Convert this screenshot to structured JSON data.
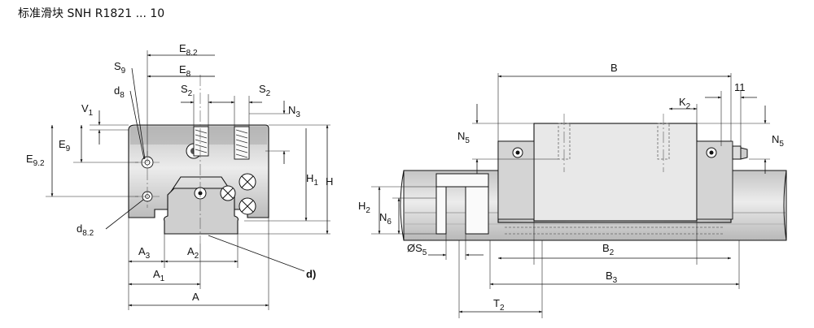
{
  "title": "标准滑块 SNH R1821 ... 10",
  "labels": {
    "E82": {
      "main": "E",
      "sub": "8.2"
    },
    "E8": {
      "main": "E",
      "sub": "8"
    },
    "S9": {
      "main": "S",
      "sub": "9"
    },
    "d8": {
      "main": "d",
      "sub": "8"
    },
    "S2a": {
      "main": "S",
      "sub": "2"
    },
    "S2b": {
      "main": "S",
      "sub": "2"
    },
    "V1": {
      "main": "V",
      "sub": "1"
    },
    "N3": {
      "main": "N",
      "sub": "3"
    },
    "E9": {
      "main": "E",
      "sub": "9"
    },
    "E92": {
      "main": "E",
      "sub": "9.2"
    },
    "H1": {
      "main": "H",
      "sub": "1"
    },
    "H": {
      "main": "H",
      "sub": ""
    },
    "d82": {
      "main": "d",
      "sub": "8.2"
    },
    "A3": {
      "main": "A",
      "sub": "3"
    },
    "A2": {
      "main": "A",
      "sub": "2"
    },
    "A1": {
      "main": "A",
      "sub": "1"
    },
    "A": {
      "main": "A",
      "sub": ""
    },
    "d_note": {
      "main": "d)",
      "sub": ""
    },
    "B": {
      "main": "B",
      "sub": ""
    },
    "eleven": {
      "main": "11",
      "sub": ""
    },
    "K2": {
      "main": "K",
      "sub": "2"
    },
    "N5a": {
      "main": "N",
      "sub": "5"
    },
    "N5b": {
      "main": "N",
      "sub": "5"
    },
    "H2": {
      "main": "H",
      "sub": "2"
    },
    "N6": {
      "main": "N",
      "sub": "6"
    },
    "S5": {
      "main": "ØS",
      "sub": "5"
    },
    "B2": {
      "main": "B",
      "sub": "2"
    },
    "B3": {
      "main": "B",
      "sub": "3"
    },
    "T2": {
      "main": "T",
      "sub": "2"
    }
  },
  "colors": {
    "line": "#111111",
    "steel": "#d9d9d9",
    "steel_dark": "#a8a8a8",
    "rail": "#c8c8c8",
    "background": "#ffffff"
  }
}
